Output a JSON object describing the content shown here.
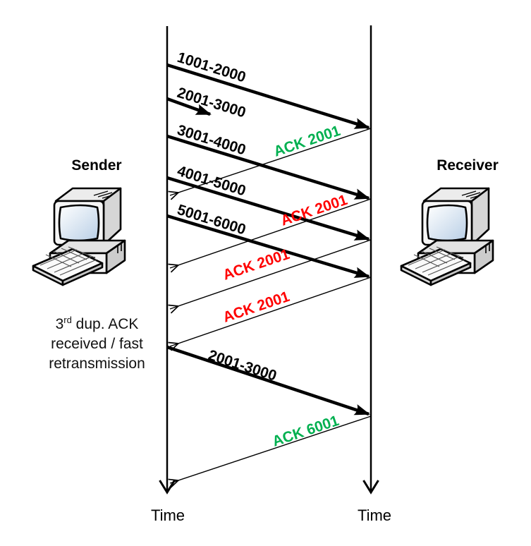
{
  "sender": {
    "label": "Sender",
    "time_label": "Time"
  },
  "receiver": {
    "label": "Receiver",
    "time_label": "Time"
  },
  "annotation": {
    "line1_pre": "3",
    "line1_sup": "rd",
    "line1_post": " dup. ACK",
    "line2": "received / fast",
    "line3": "retransmission"
  },
  "colors": {
    "ack_new": "#00b050",
    "ack_duplicate": "#ff0000",
    "line": "#000000"
  },
  "segments": [
    {
      "label": "1001-2000",
      "status": "delivered"
    },
    {
      "label": "2001-3000",
      "status": "lost"
    },
    {
      "label": "3001-4000",
      "status": "delivered"
    },
    {
      "label": "4001-5000",
      "status": "delivered"
    },
    {
      "label": "5001-6000",
      "status": "delivered"
    },
    {
      "label": "2001-3000",
      "status": "retransmitted"
    }
  ],
  "acks": [
    {
      "label": "ACK 2001",
      "color": "#00b050"
    },
    {
      "label": "ACK 2001",
      "color": "#ff0000"
    },
    {
      "label": "ACK 2001",
      "color": "#ff0000"
    },
    {
      "label": "ACK 2001",
      "color": "#ff0000"
    },
    {
      "label": "ACK 6001",
      "color": "#00b050"
    }
  ]
}
